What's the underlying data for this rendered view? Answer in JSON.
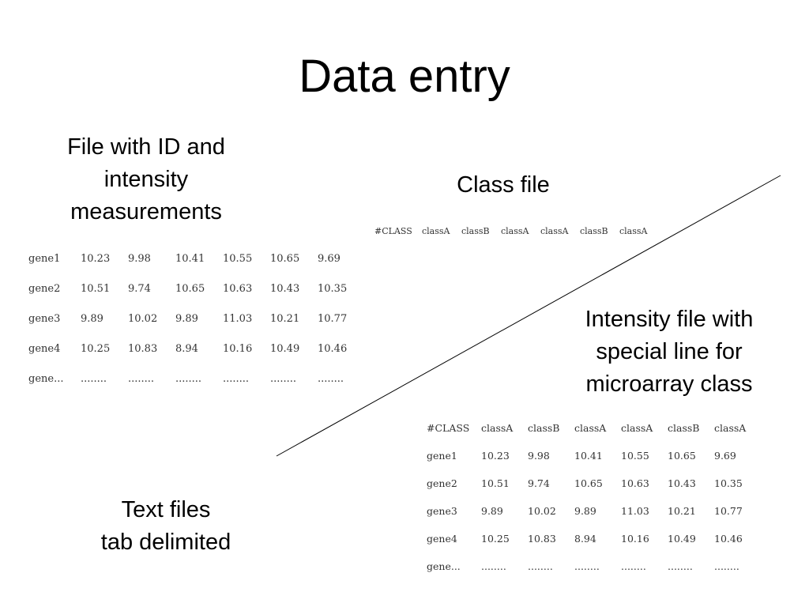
{
  "title": "Data entry",
  "labels": {
    "id_file": [
      "File with ID and",
      "intensity",
      "measurements"
    ],
    "class_file": [
      "Class file"
    ],
    "intensity_file": [
      "Intensity file with",
      "special line for",
      "microarray class"
    ],
    "text_files": [
      "Text files",
      "tab delimited"
    ]
  },
  "id_file_table": [
    [
      "gene1",
      "10.23",
      "9.98",
      "10.41",
      "10.55",
      "10.65",
      "9.69"
    ],
    [
      "gene2",
      "10.51",
      "9.74",
      "10.65",
      "10.63",
      "10.43",
      "10.35"
    ],
    [
      "gene3",
      "9.89",
      "10.02",
      "9.89",
      "11.03",
      "10.21",
      "10.77"
    ],
    [
      "gene4",
      "10.25",
      "10.83",
      "8.94",
      "10.16",
      "10.49",
      "10.46"
    ],
    [
      "gene...",
      "........",
      "........",
      "........",
      "........",
      "........",
      "........"
    ]
  ],
  "class_file_row": [
    "#CLASS",
    "classA",
    "classB",
    "classA",
    "classA",
    "classB",
    "classA"
  ],
  "combined_table": [
    [
      "#CLASS",
      "classA",
      "classB",
      "classA",
      "classA",
      "classB",
      "classA"
    ],
    [
      "gene1",
      "10.23",
      "9.98",
      "10.41",
      "10.55",
      "10.65",
      "9.69"
    ],
    [
      "gene2",
      "10.51",
      "9.74",
      "10.65",
      "10.63",
      "10.43",
      "10.35"
    ],
    [
      "gene3",
      "9.89",
      "10.02",
      "9.89",
      "11.03",
      "10.21",
      "10.77"
    ],
    [
      "gene4",
      "10.25",
      "10.83",
      "8.94",
      "10.16",
      "10.49",
      "10.46"
    ],
    [
      "gene...",
      "........",
      "........",
      "........",
      "........",
      "........",
      "........"
    ]
  ]
}
